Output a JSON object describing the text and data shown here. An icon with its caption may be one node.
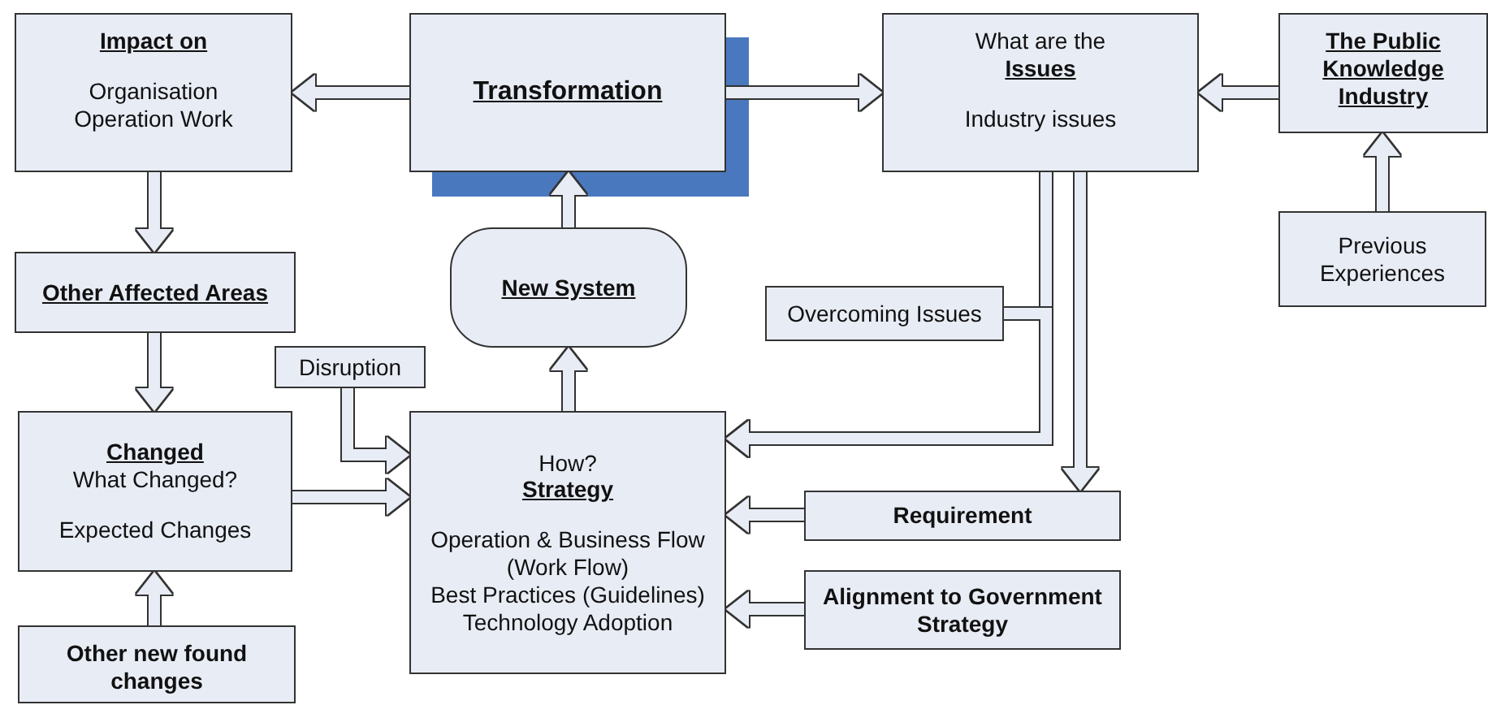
{
  "diagram": {
    "nodes": [
      {
        "text": [
          "Impact on",
          "Organisation Operation Work"
        ]
      },
      {
        "text": [
          "Transformation"
        ]
      },
      {
        "text": [
          "What are the",
          "Issues",
          "Industry issues"
        ]
      },
      {
        "text": [
          "The Public Knowledge Industry"
        ]
      },
      {
        "text": [
          "Previous Experiences"
        ]
      },
      {
        "text": [
          "Other Affected Areas"
        ]
      },
      {
        "text": [
          "New System"
        ]
      },
      {
        "text": [
          "Overcoming Issues"
        ]
      },
      {
        "text": [
          "Disruption"
        ]
      },
      {
        "text": [
          "Changed",
          "What Changed?",
          "Expected Changes"
        ]
      },
      {
        "text": [
          "How?",
          "Strategy",
          "Operation & Business Flow (Work Flow)",
          "Best Practices (Guidelines)",
          "Technology Adoption"
        ]
      },
      {
        "text": [
          "Requirement"
        ]
      },
      {
        "text": [
          "Alignment to Government Strategy"
        ]
      },
      {
        "text": [
          "Other new found changes"
        ]
      }
    ],
    "edges": [
      {
        "from": 1,
        "to": 0,
        "arrow": "to"
      },
      {
        "from": 1,
        "to": 2,
        "arrow": "to"
      },
      {
        "from": 3,
        "to": 2,
        "arrow": "to"
      },
      {
        "from": 4,
        "to": 3,
        "arrow": "to"
      },
      {
        "from": 0,
        "to": 5,
        "arrow": "to"
      },
      {
        "from": 5,
        "to": 9,
        "arrow": "to"
      },
      {
        "from": 13,
        "to": 9,
        "arrow": "to"
      },
      {
        "from": 9,
        "to": 10,
        "arrow": "to"
      },
      {
        "from": 8,
        "to": 10,
        "arrow": "to"
      },
      {
        "from": 10,
        "to": 6,
        "arrow": "to"
      },
      {
        "from": 6,
        "to": 1,
        "arrow": "to"
      },
      {
        "from": 2,
        "to": 10,
        "arrow": "to"
      },
      {
        "from": 7,
        "to": 10,
        "arrow": "to"
      },
      {
        "from": 2,
        "to": 11,
        "arrow": "to"
      },
      {
        "from": 11,
        "to": 10,
        "arrow": "to"
      },
      {
        "from": 12,
        "to": 10,
        "arrow": "to"
      }
    ]
  }
}
